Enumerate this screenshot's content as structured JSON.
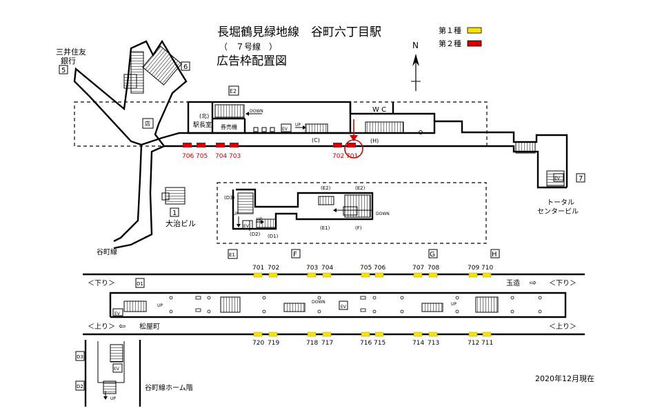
{
  "title": {
    "line1": "長堀鶴見緑地線　谷町六丁目駅",
    "line2": "（　７号線　）",
    "line3": "広告枠配置図"
  },
  "legend": {
    "type1": {
      "label": "第１種",
      "color": "#f5e400"
    },
    "type2": {
      "label": "第２種",
      "color": "#d40000"
    }
  },
  "north": "N",
  "exits": {
    "e2": "E2",
    "e1": "E1",
    "f": "F",
    "g": "G",
    "h": "H",
    "d1": "D1",
    "d3": "D3",
    "d2": "D2",
    "n5": "5",
    "n6": "6",
    "n7": "7",
    "n1": "1"
  },
  "places": {
    "mitsui": "三井住友",
    "bank": "銀行",
    "station_master": "駅長室",
    "north_paren": "(北)",
    "ticket": "券売機",
    "shop": "店",
    "wc": "W C",
    "total_center1": "トータル",
    "total_center2": "センタービル",
    "daiji": "大治ビル",
    "tanimachi_line": "谷町線",
    "tamatsukuri": "玉造",
    "matsuyamachi": "松屋町",
    "down_dir": "＜下り＞",
    "up_dir": "＜上り＞",
    "platform_floor": "谷町線ホーム階",
    "date": "2020年12月現在"
  },
  "labels": {
    "down": "DOWN",
    "up": "UP",
    "ev": "EV"
  },
  "concourse_markers": {
    "c": "(C)",
    "h": "(H)",
    "e2a": "(E2)",
    "e2b": "(E2)",
    "e1": "(E1)",
    "f": "(F)",
    "d3": "(D3)",
    "d2": "(D2)",
    "d1": "(D1)"
  },
  "concourse_ads": [
    "706",
    "705",
    "704",
    "703",
    "702",
    "701"
  ],
  "platform_top_ads": [
    "701",
    "702",
    "703",
    "704",
    "705",
    "706",
    "707",
    "708",
    "709",
    "710"
  ],
  "platform_bottom_ads": [
    "720",
    "719",
    "718",
    "717",
    "716",
    "715",
    "714",
    "713",
    "712",
    "711"
  ]
}
